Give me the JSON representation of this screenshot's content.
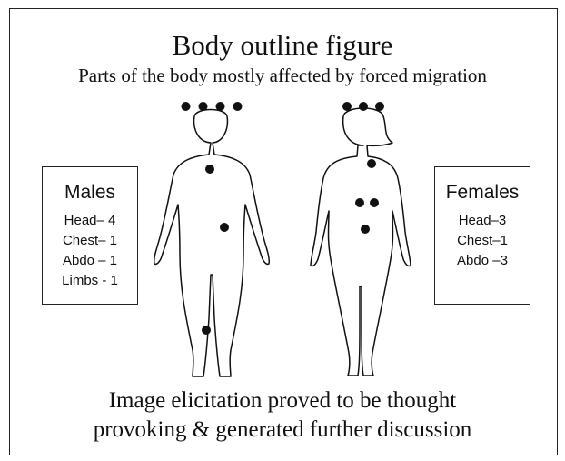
{
  "title": "Body outline figure",
  "subtitle": "Parts of the body mostly affected by forced migration",
  "males": {
    "heading": "Males",
    "items": [
      "Head– 4",
      "Chest– 1",
      "Abdo – 1",
      "Limbs - 1"
    ]
  },
  "females": {
    "heading": "Females",
    "items": [
      "Head–3",
      "Chest–1",
      "Abdo –3"
    ]
  },
  "caption": {
    "line1": "Image elicitation proved to be thought",
    "line2": "provoking & generated further discussion"
  },
  "markers": {
    "male": {
      "head": 4,
      "chest": 1,
      "abdomen": 1,
      "limbs": 1
    },
    "female": {
      "head": 3,
      "chest": 1,
      "abdomen": 3
    }
  },
  "colors": {
    "ink": "#111111",
    "background": "#ffffff"
  }
}
